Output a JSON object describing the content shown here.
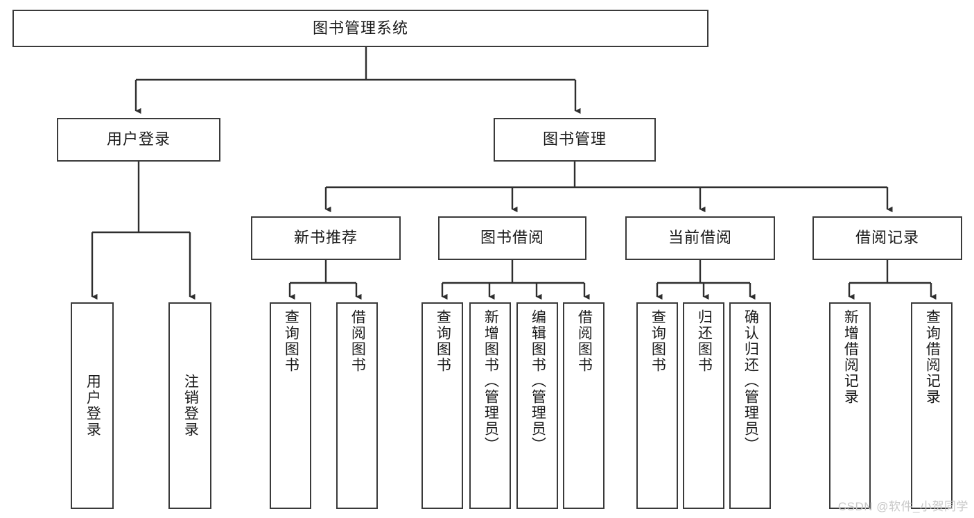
{
  "diagram": {
    "type": "tree-hierarchy-flowchart",
    "title": "图书管理系统",
    "root": {
      "label": "图书管理系统"
    },
    "level2": [
      {
        "label": "用户登录"
      },
      {
        "label": "图书管理"
      }
    ],
    "level3": [
      {
        "label": "新书推荐"
      },
      {
        "label": "图书借阅"
      },
      {
        "label": "当前借阅"
      },
      {
        "label": "借阅记录"
      }
    ],
    "leaves": {
      "user_login": [
        {
          "label": "用户登录"
        },
        {
          "label": "注销登录"
        }
      ],
      "new_book_recommend": [
        {
          "label": "查询图书"
        },
        {
          "label": "借阅图书"
        }
      ],
      "book_borrow": [
        {
          "label": "查询图书"
        },
        {
          "label": "新增图书（管理员）"
        },
        {
          "label": "编辑图书（管理员）"
        },
        {
          "label": "借阅图书"
        }
      ],
      "current_borrow": [
        {
          "label": "查询图书"
        },
        {
          "label": "归还图书"
        },
        {
          "label": "确认归还（管理员）"
        }
      ],
      "borrow_record": [
        {
          "label": "新增借阅记录"
        },
        {
          "label": "查询借阅记录"
        }
      ]
    }
  },
  "watermark": {
    "text": "CSDN @软件_小贺同学"
  },
  "colors": {
    "border": "#3a3a3a",
    "text": "#1a1a1a",
    "background": "#ffffff",
    "watermark": "#c8c8c8"
  }
}
